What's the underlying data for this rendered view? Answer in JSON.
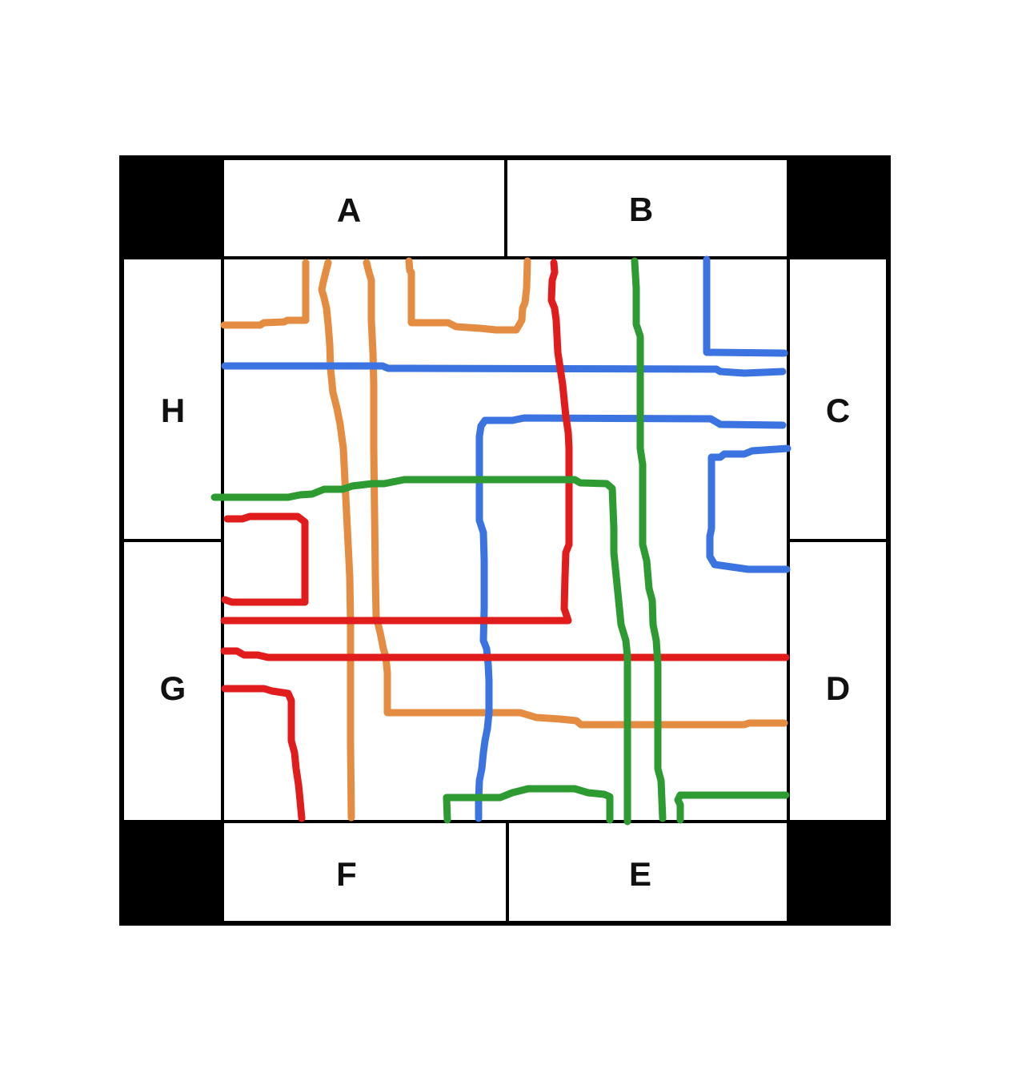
{
  "panels": {
    "top": [
      "A",
      "B"
    ],
    "right": [
      "C",
      "D"
    ],
    "bottom": [
      "F",
      "E"
    ],
    "left": [
      "H",
      "G"
    ]
  },
  "colors": {
    "frame": "#000000",
    "panel_fill": "#ffffff",
    "orange": "#E48C42",
    "blue": "#3B73E0",
    "red": "#E01C1C",
    "green": "#2E9A32"
  }
}
